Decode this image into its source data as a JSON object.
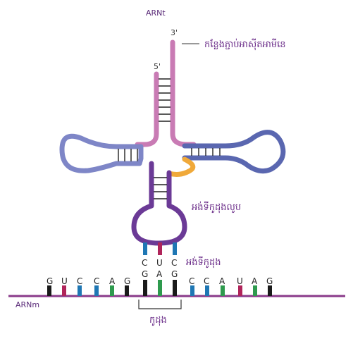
{
  "labels": {
    "trna": "ARNt",
    "mrna": "ARNm",
    "three_prime": "3'",
    "five_prime": "5'",
    "amino_acid_site": "កន្លែងភ្ជាប់អាស៊ីតអាមីនេ",
    "anticodon_loop": "អង់ទីកូដុងលូប",
    "anticodon": "អង់ទីកូដុង",
    "codon": "កូដុង"
  },
  "anticodon_bases": [
    "C",
    "U",
    "C"
  ],
  "mrna_bases": [
    "G",
    "U",
    "C",
    "C",
    "A",
    "G",
    "G",
    "A",
    "G",
    "C",
    "C",
    "A",
    "U",
    "A",
    "G"
  ],
  "colors": {
    "acceptor_stem": "#c97bb4",
    "left_arm": "#7e86c7",
    "right_arm": "#5a67b0",
    "anticodon_arm": "#6b3a96",
    "variable_loop": "#f0a93a",
    "mrna_strand": "#8a3a8a",
    "base_G": "#1a1a1a",
    "base_U": "#b0245a",
    "base_C": "#1f77b4",
    "base_A": "#2e9a4e"
  }
}
